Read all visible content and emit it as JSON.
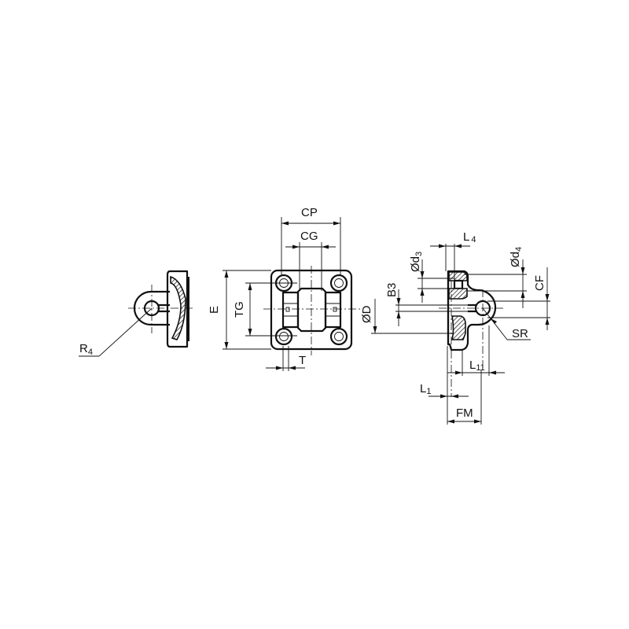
{
  "drawing": {
    "title": "Clevis mounting bracket - technical dimension drawing",
    "views": [
      {
        "name": "side-view-left",
        "labels": [
          "R4"
        ]
      },
      {
        "name": "front-view",
        "labels": [
          "CP",
          "CG",
          "E",
          "TG",
          "T"
        ]
      },
      {
        "name": "section-view-right",
        "labels": [
          "L4",
          "Ød3",
          "Ød4",
          "CF",
          "B3",
          "ØD",
          "SR",
          "L11",
          "L1",
          "FM"
        ]
      }
    ],
    "dimensions": {
      "R4": {
        "main": "R",
        "sub": "4"
      },
      "CP": "CP",
      "CG": "CG",
      "E": "E",
      "TG": "TG",
      "T": "T",
      "L4": {
        "main": "L",
        "sub": "4"
      },
      "d3": {
        "main": "Ød",
        "sub": "3"
      },
      "d4": {
        "main": "Ød",
        "sub": "4"
      },
      "CF": "CF",
      "B3": "B3",
      "D": "ØD",
      "SR": "SR",
      "L11": {
        "main": "L",
        "sub": "11"
      },
      "L1": {
        "main": "L",
        "sub": "1"
      },
      "FM": "FM"
    },
    "colors": {
      "line": "#111111",
      "background": "#ffffff"
    }
  }
}
